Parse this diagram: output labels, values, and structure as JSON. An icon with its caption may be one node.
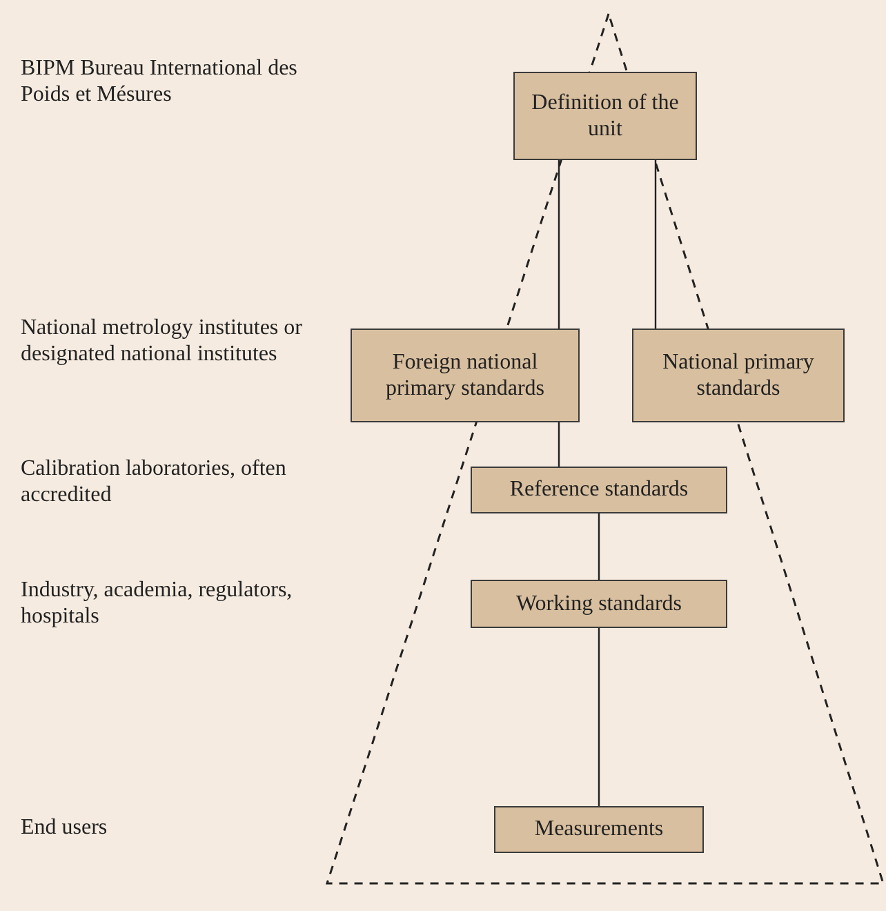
{
  "diagram": {
    "nodes": [
      {
        "text": [
          "Definition of the unit"
        ]
      },
      {
        "text": [
          "Foreign national primary standards"
        ]
      },
      {
        "text": [
          "National primary standards"
        ]
      },
      {
        "text": [
          "Reference standards"
        ]
      },
      {
        "text": [
          "Working standards"
        ]
      },
      {
        "text": [
          "Measurements"
        ]
      }
    ],
    "edges": [
      {
        "from": 0,
        "to": 1,
        "arrow": "none"
      },
      {
        "from": 0,
        "to": 2,
        "arrow": "none"
      },
      {
        "from": 1,
        "to": 3,
        "arrow": "none"
      },
      {
        "from": 3,
        "to": 4,
        "arrow": "none"
      },
      {
        "from": 4,
        "to": 5,
        "arrow": "none"
      }
    ],
    "labels": [
      "BIPM Bureau International des Poids et Mésures",
      "National metrology institutes or designated national institutes",
      "Calibration laboratories, often accredited",
      "Industry, academia, regulators, hospitals",
      "End users"
    ]
  }
}
